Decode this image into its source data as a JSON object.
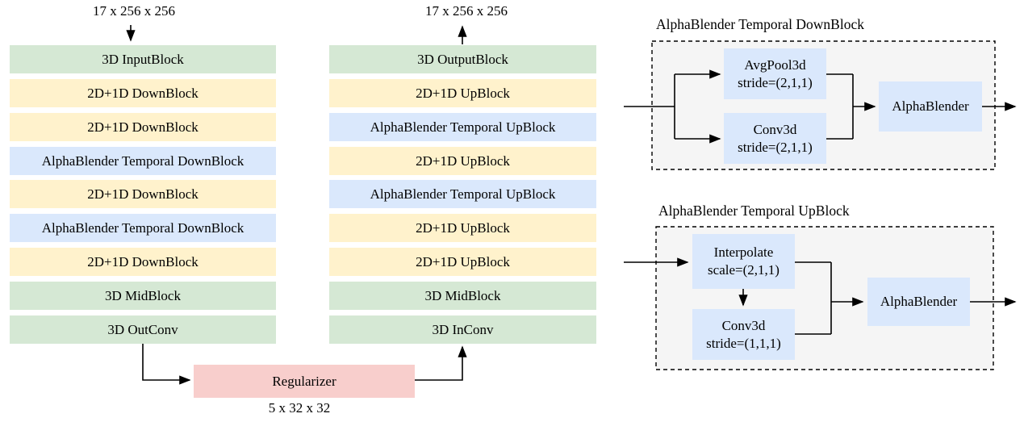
{
  "palette": {
    "green": "#d5e8d4",
    "yellow": "#fff2cc",
    "blue": "#dae8fc",
    "pink": "#f8cecc",
    "panel_bg": "#f5f5f5",
    "line": "#000000"
  },
  "encoder": {
    "input_label": "17 x 256 x 256",
    "blocks": [
      {
        "label": "3D InputBlock",
        "color": "green"
      },
      {
        "label": "2D+1D DownBlock",
        "color": "yellow"
      },
      {
        "label": "2D+1D DownBlock",
        "color": "yellow"
      },
      {
        "label": "AlphaBlender Temporal DownBlock",
        "color": "blue"
      },
      {
        "label": "2D+1D DownBlock",
        "color": "yellow"
      },
      {
        "label": "AlphaBlender Temporal DownBlock",
        "color": "blue"
      },
      {
        "label": "2D+1D DownBlock",
        "color": "yellow"
      },
      {
        "label": "3D MidBlock",
        "color": "green"
      },
      {
        "label": "3D OutConv",
        "color": "green"
      }
    ]
  },
  "decoder": {
    "output_label": "17 x 256 x 256",
    "blocks": [
      {
        "label": "3D OutputBlock",
        "color": "green"
      },
      {
        "label": "2D+1D UpBlock",
        "color": "yellow"
      },
      {
        "label": "AlphaBlender Temporal UpBlock",
        "color": "blue"
      },
      {
        "label": "2D+1D UpBlock",
        "color": "yellow"
      },
      {
        "label": "AlphaBlender Temporal UpBlock",
        "color": "blue"
      },
      {
        "label": "2D+1D UpBlock",
        "color": "yellow"
      },
      {
        "label": "2D+1D UpBlock",
        "color": "yellow"
      },
      {
        "label": "3D MidBlock",
        "color": "green"
      },
      {
        "label": "3D InConv",
        "color": "green"
      }
    ]
  },
  "latent": {
    "regularizer_label": "Regularizer",
    "shape_label": "5 x 32 x 32"
  },
  "downblock_detail": {
    "title": "AlphaBlender Temporal DownBlock",
    "branch_top": {
      "name": "AvgPool3d",
      "param": "stride=(2,1,1)"
    },
    "branch_bottom": {
      "name": "Conv3d",
      "param": "stride=(2,1,1)"
    },
    "merge": {
      "name": "AlphaBlender"
    }
  },
  "upblock_detail": {
    "title": "AlphaBlender Temporal UpBlock",
    "stage_top": {
      "name": "Interpolate",
      "param": "scale=(2,1,1)"
    },
    "stage_bottom": {
      "name": "Conv3d",
      "param": "stride=(1,1,1)"
    },
    "merge": {
      "name": "AlphaBlender"
    }
  }
}
